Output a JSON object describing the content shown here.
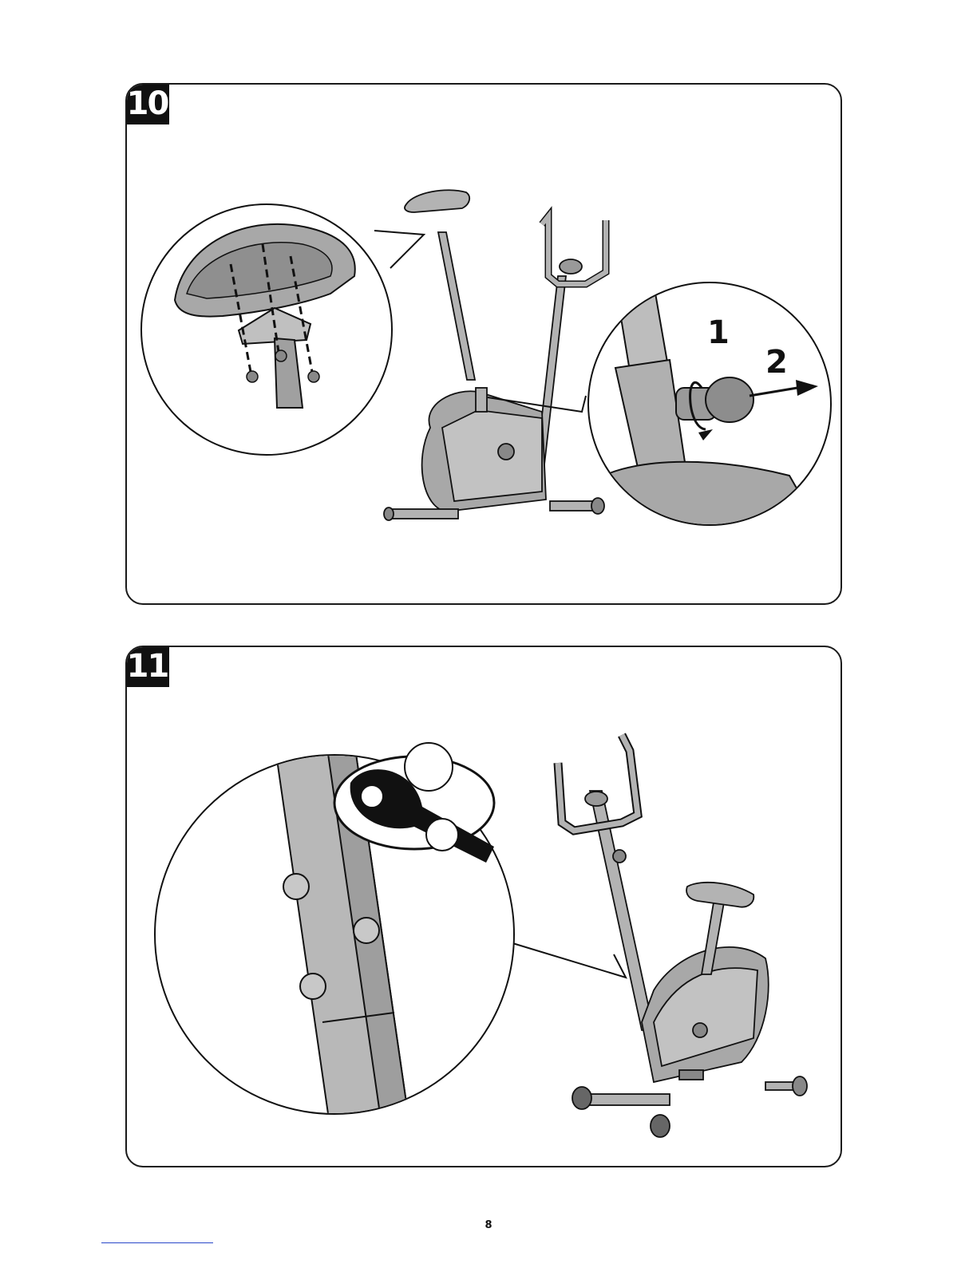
{
  "steps": [
    {
      "number": "10",
      "callouts": [
        "1",
        "2"
      ]
    },
    {
      "number": "11"
    }
  ],
  "page": {
    "number": "8"
  },
  "colors": {
    "ink": "#111111",
    "part_fill": "#b3b3b3",
    "part_dark": "#8a8a8a",
    "link_line": "#2a47c9"
  }
}
